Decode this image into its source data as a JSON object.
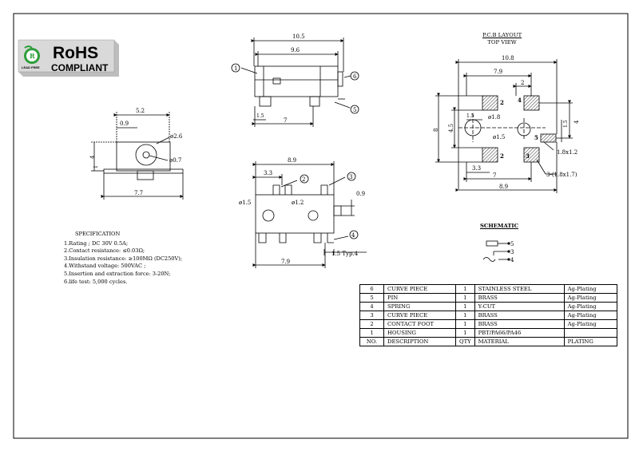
{
  "logo": {
    "title": "RoHS",
    "subtitle": "COMPLIANT",
    "lead_free": "LEAD FREE",
    "badge_letter": "R"
  },
  "side_view": {
    "dim_top": "5.2",
    "dim_offset": "0.9",
    "dim_hole_outer": "ø2.6",
    "dim_hole_inner": "ø0.7",
    "dim_height": "4",
    "dim_foot": "1",
    "dim_length": "7.7"
  },
  "front_view": {
    "dim_overall": "10.5",
    "dim_body": "9.6",
    "dim_small": "1.5",
    "dim_pins": "7",
    "callout_1": "1",
    "callout_5": "5",
    "callout_6": "6"
  },
  "top_view": {
    "dim_width": "8.9",
    "dim_left": "3.3",
    "dim_hole_left": "ø1.5",
    "dim_hole_mid": "ø1.2",
    "dim_right": "0.9",
    "dim_bottom": "7.9",
    "dim_typ": "1.5 Typ.4",
    "callout_2": "2",
    "callout_3": "3",
    "callout_4": "4"
  },
  "pcb_layout": {
    "title": "P.C.B LAYOUT",
    "subtitle": "TOP VIEW",
    "dim_overall": "10.8",
    "dim_pad_span": "7.9",
    "dim_pad_gap": "2",
    "dim_height": "8",
    "dim_hole_h": "4.5",
    "dim_right_h": "4",
    "dim_right_small": "1.5",
    "dim_small_left": "1.5",
    "dim_hole_big": "ø1.8",
    "dim_hole_small": "ø1.5",
    "dim_pad_size": "1.8x1.2",
    "dim_pad_size2": "3-(1.8x1.7)",
    "dim_bottom_left": "3.3",
    "dim_bottom_mid": "7",
    "dim_bottom_total": "8.9",
    "pad_2a": "2",
    "pad_4": "4",
    "pad_5": "5",
    "pad_2b": "2",
    "pad_3": "3"
  },
  "schematic": {
    "title": "SCHEMATIC",
    "pin_5": "5",
    "pin_3": "3",
    "pin_4": "4"
  },
  "specification": {
    "title": "SPECIFICATION",
    "lines": [
      "1.Rating ; DC 30V 0.5A;",
      "2.Contact resistance: ≤0.03Ω;",
      "3.Insulation resistance: ≥100MΩ (DC250V);",
      "4.Withstand voltage: 500VAC ;",
      "5.Insertion and extraction force: 3-20N;",
      "6.life test: 5,000 cycles."
    ]
  },
  "bom": {
    "rows": [
      {
        "no": "6",
        "desc": "CURVE PIECE",
        "qty": "1",
        "material": "STAINLESS STEEL",
        "plating": "Ag-Plating"
      },
      {
        "no": "5",
        "desc": "PIN",
        "qty": "1",
        "material": "BRASS",
        "plating": "Ag-Plating"
      },
      {
        "no": "4",
        "desc": "SPRING",
        "qty": "1",
        "material": "Y-CUT",
        "plating": "Ag-Plating"
      },
      {
        "no": "3",
        "desc": "CURVE PIECE",
        "qty": "1",
        "material": "BRASS",
        "plating": "Ag-Plating"
      },
      {
        "no": "2",
        "desc": "CONTACT FOOT",
        "qty": "1",
        "material": "BRASS",
        "plating": "Ag-Plating"
      },
      {
        "no": "1",
        "desc": "HOUSING",
        "qty": "1",
        "material": "PBT/PA66/PA46",
        "plating": ""
      }
    ],
    "header": {
      "no": "NO.",
      "desc": "DESCRIPTION",
      "qty": "QTY",
      "material": "MATERIAL",
      "plating": "PLATING"
    }
  },
  "colors": {
    "logo_green": "#2e9e3a",
    "logo_bg": "#d9d9d9",
    "pad_hatch": "#000000"
  }
}
